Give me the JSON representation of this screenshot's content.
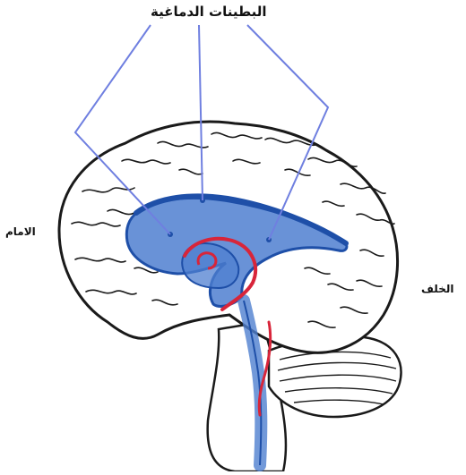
{
  "labels": {
    "title": "البطينات الدماغية",
    "front": "الامام",
    "back": "الخلف"
  },
  "colors": {
    "ventricle_fill": "#4f7fd0",
    "ventricle_dark": "#1e4fa8",
    "pointer_line": "#6f7fe0",
    "vessel_red": "#d8253a",
    "brain_outline": "#1a1a1a",
    "brain_fill": "#ffffff"
  },
  "icons": {
    "brain": "brain-illustration",
    "ventricles": "ventricle-system"
  }
}
